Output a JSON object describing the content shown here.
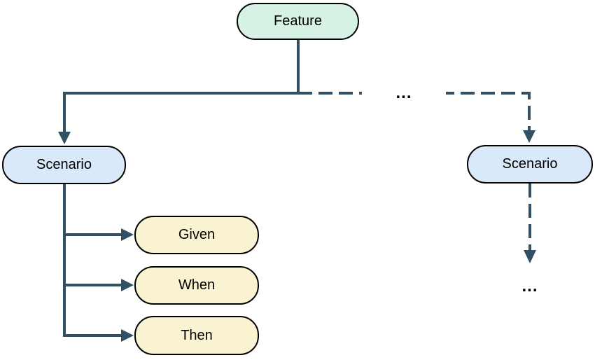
{
  "diagram": {
    "nodes": {
      "feature": {
        "label": "Feature",
        "fill": "#d5f2e5"
      },
      "scenario_left": {
        "label": "Scenario",
        "fill": "#d9e9fa"
      },
      "scenario_right": {
        "label": "Scenario",
        "fill": "#d9e9fa"
      },
      "given": {
        "label": "Given",
        "fill": "#faf3d2"
      },
      "when": {
        "label": "When",
        "fill": "#faf3d2"
      },
      "then": {
        "label": "Then",
        "fill": "#faf3d2"
      }
    },
    "ellipsis": {
      "between_scenarios": "...",
      "below_scenario": "..."
    },
    "edges": [
      {
        "from": "feature",
        "to": "scenario_left",
        "style": "solid"
      },
      {
        "from": "feature",
        "to": "scenario_right",
        "style": "dashed"
      },
      {
        "from": "scenario_left",
        "to": "given",
        "style": "solid"
      },
      {
        "from": "scenario_left",
        "to": "when",
        "style": "solid"
      },
      {
        "from": "scenario_left",
        "to": "then",
        "style": "solid"
      },
      {
        "from": "scenario_right",
        "to": "more_steps_ellipsis",
        "style": "dashed"
      }
    ],
    "colors": {
      "background": "#ffffff",
      "edge": "#325064",
      "node_border": "#000000",
      "text": "#000000"
    }
  }
}
